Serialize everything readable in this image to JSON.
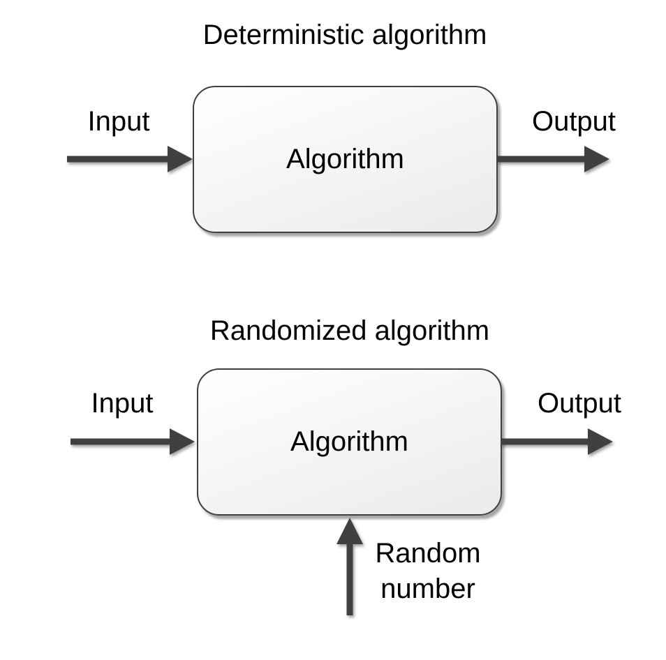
{
  "colors": {
    "background": "#ffffff",
    "text": "#000000",
    "arrow": "#404040",
    "box_border": "#3f3f3f",
    "box_fill_top": "#ffffff",
    "box_fill_bottom": "#eaeaea"
  },
  "diagrams": [
    {
      "title": "Deterministic algorithm",
      "box_label": "Algorithm",
      "input_label": "Input",
      "output_label": "Output"
    },
    {
      "title": "Randomized algorithm",
      "box_label": "Algorithm",
      "input_label": "Input",
      "output_label": "Output",
      "random_line1": "Random",
      "random_line2": "number"
    }
  ]
}
